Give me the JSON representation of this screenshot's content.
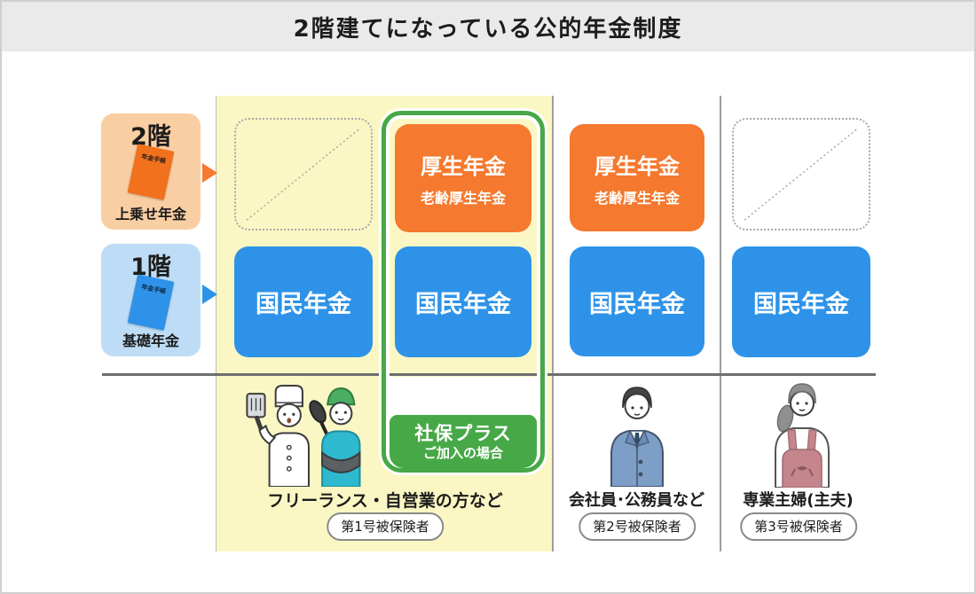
{
  "header": {
    "title": "2階建てになっている公的年金制度"
  },
  "floors": {
    "second": {
      "name": "2階",
      "type": "上乗せ年金",
      "booklet": "年金手帳"
    },
    "first": {
      "name": "1階",
      "type": "基礎年金",
      "booklet": "年金手帳"
    }
  },
  "boxes": {
    "col2_upper": {
      "title": "厚生年金",
      "subtitle": "老齢厚生年金"
    },
    "col3_upper": {
      "title": "厚生年金",
      "subtitle": "老齢厚生年金"
    },
    "col1_lower": "国民年金",
    "col2_lower": "国民年金",
    "col3_lower": "国民年金",
    "col4_lower": "国民年金"
  },
  "green_column": {
    "badge_line1": "社保プラス",
    "badge_line2": "ご加入の場合"
  },
  "groups": [
    {
      "label": "フリーランス・自営業の方など",
      "badge": "第1号被保険者",
      "illustration": "chef-and-cook"
    },
    {
      "label": "会社員･公務員など",
      "badge": "第2号被保険者",
      "illustration": "businessman"
    },
    {
      "label": "専業主婦(主夫)",
      "badge": "第3号被保険者",
      "illustration": "housewife"
    }
  ],
  "colors": {
    "orange_box": "#F5792E",
    "blue_box": "#2E93E8",
    "green": "#46A846",
    "yellow_column_bg": "#FBF7C4",
    "floor2_bg": "#F9CEA2",
    "floor1_bg": "#BEDCF6",
    "header_bg": "#EAEAEA"
  }
}
